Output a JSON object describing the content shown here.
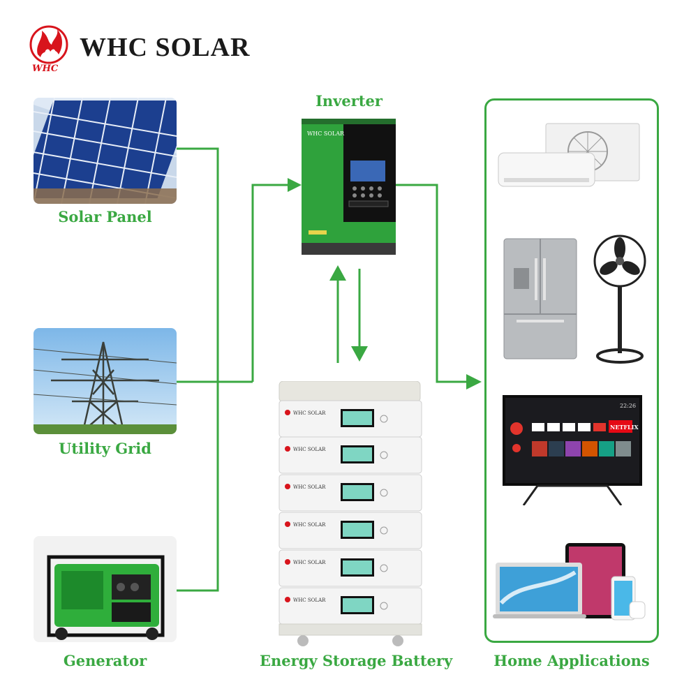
{
  "brand": {
    "name": "WHC SOLAR",
    "logo_mark": "WHC"
  },
  "sources": [
    {
      "label": "Solar Panel"
    },
    {
      "label": "Utility Grid"
    },
    {
      "label": "Generator"
    }
  ],
  "inverter": {
    "label": "Inverter",
    "brand": "WHC SOLAR"
  },
  "battery": {
    "label": "Energy Storage Battery",
    "module_brand": "WHC SOLAR",
    "modules": 6
  },
  "applications": {
    "label": "Home Applications",
    "tv_app_badge": "NETFLIX",
    "tv_time": "22:26"
  },
  "colors": {
    "line": "#3aa842",
    "caption": "#3aa842",
    "logo_red": "#d8141c",
    "inverter_green": "#2fa23c"
  }
}
